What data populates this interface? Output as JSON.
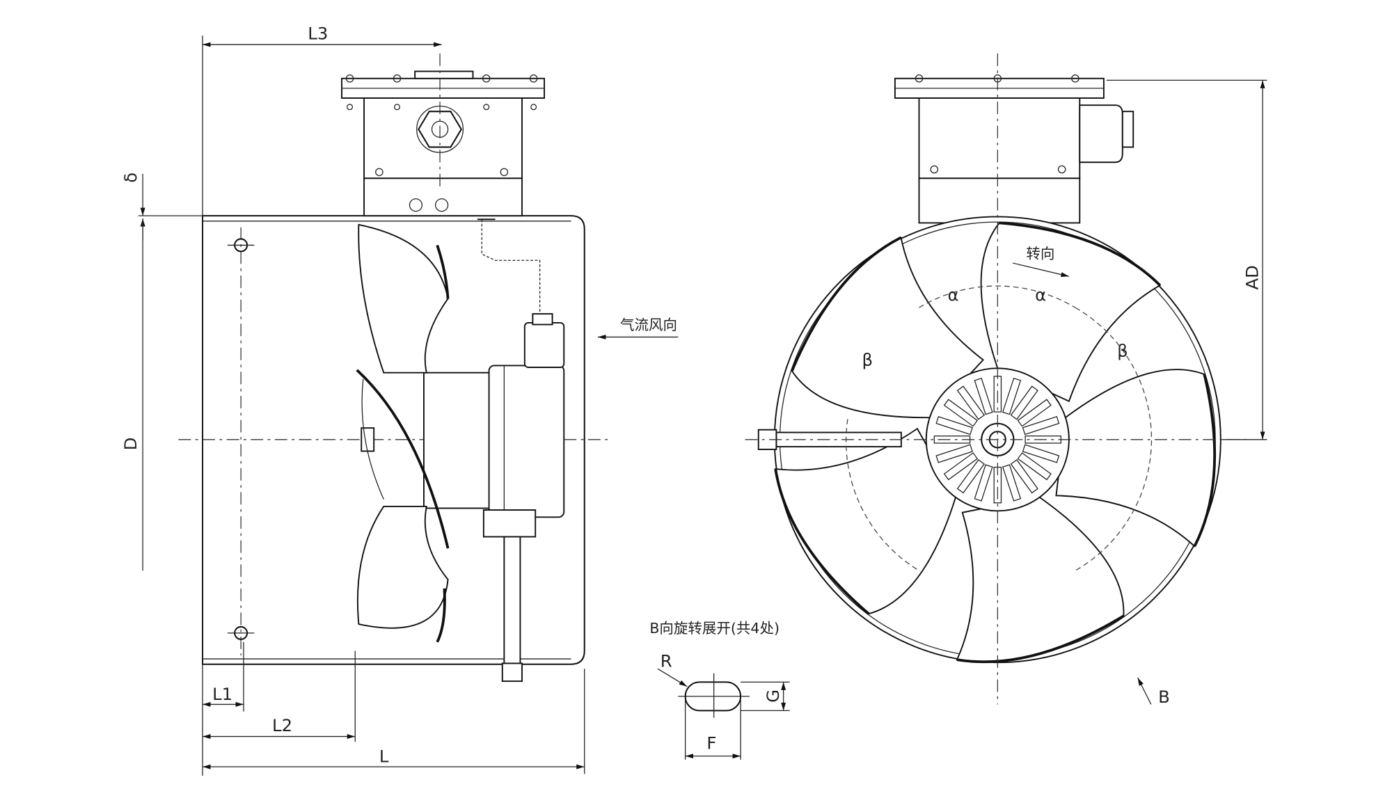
{
  "title": "Explosion-proof axial fan outline drawing",
  "dimensions": {
    "L3": "L3",
    "delta": "δ",
    "D": "D",
    "L1": "L1",
    "L2": "L2",
    "L": "L",
    "AD": "AD",
    "R": "R",
    "G": "G",
    "F": "F"
  },
  "labels": {
    "airflow_direction": "气流风向",
    "rotation_direction": "转向",
    "alpha": "α",
    "beta": "β",
    "view_b": "B",
    "view_b_note": "B向旋转展开(共4处)"
  },
  "colors": {
    "line": "#111111",
    "background": "#ffffff"
  }
}
